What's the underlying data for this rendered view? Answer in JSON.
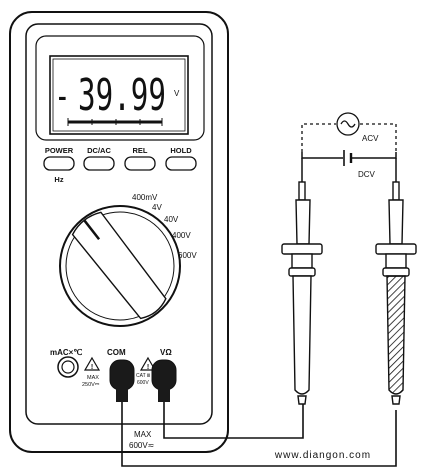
{
  "display": {
    "sign": "-",
    "reading": "39.99",
    "unit": "V"
  },
  "buttons": [
    "POWER",
    "DC/AC",
    "REL",
    "HOLD"
  ],
  "power_sub_label": "Hz",
  "range_labels": [
    "400mV",
    "4V",
    "40V",
    "400V",
    "600V"
  ],
  "source_labels": {
    "ac": "ACV",
    "dc": "DCV"
  },
  "jacks": {
    "ma": "mAC×℃",
    "com": "COM",
    "v": "VΩ"
  },
  "jack_ratings": {
    "ma_max": "MAX",
    "ma_voltage": "250V⎓",
    "cat": "CAT Ⅲ",
    "cat_voltage": "600V"
  },
  "lead_rating": {
    "max": "MAX",
    "voltage": "600V≂"
  },
  "watermark": "www.diangon.com",
  "colors": {
    "line": "#111111",
    "lead_fill": "#1a1a1a",
    "panel": "#ffffff"
  }
}
